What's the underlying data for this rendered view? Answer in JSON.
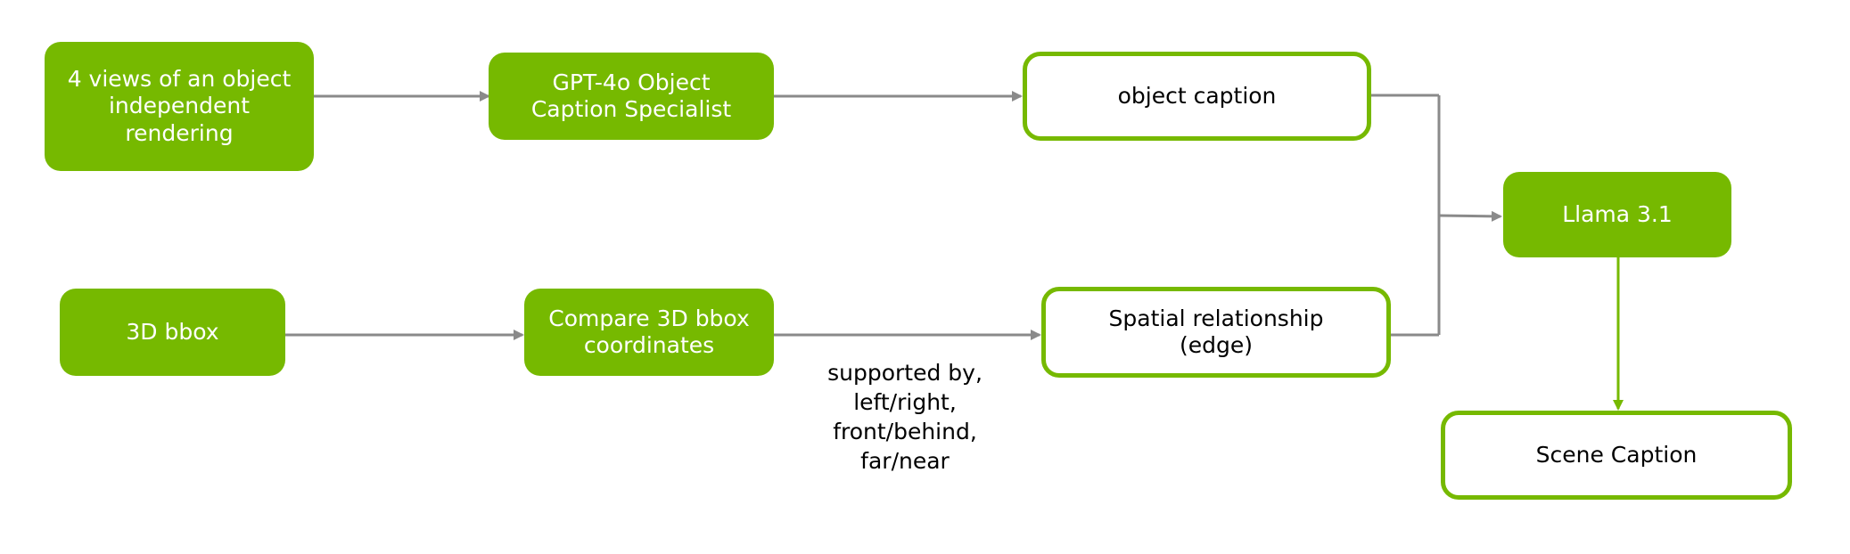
{
  "colors": {
    "green": "#76b900",
    "arrow_gray": "#8a8a8a",
    "text_dark": "#000000",
    "text_light": "#ffffff"
  },
  "nodes": {
    "views": "4 views of an object independent rendering",
    "gpt4o": "GPT-4o Object Caption Specialist",
    "object_caption": "object caption",
    "bbox": "3D bbox",
    "compare": "Compare 3D bbox coordinates",
    "spatial": "Spatial relationship (edge)",
    "llama": "Llama 3.1",
    "scene_caption": "Scene Caption"
  },
  "annotation": {
    "relations": [
      "supported by,",
      "left/right,",
      "front/behind,",
      "far/near"
    ]
  }
}
